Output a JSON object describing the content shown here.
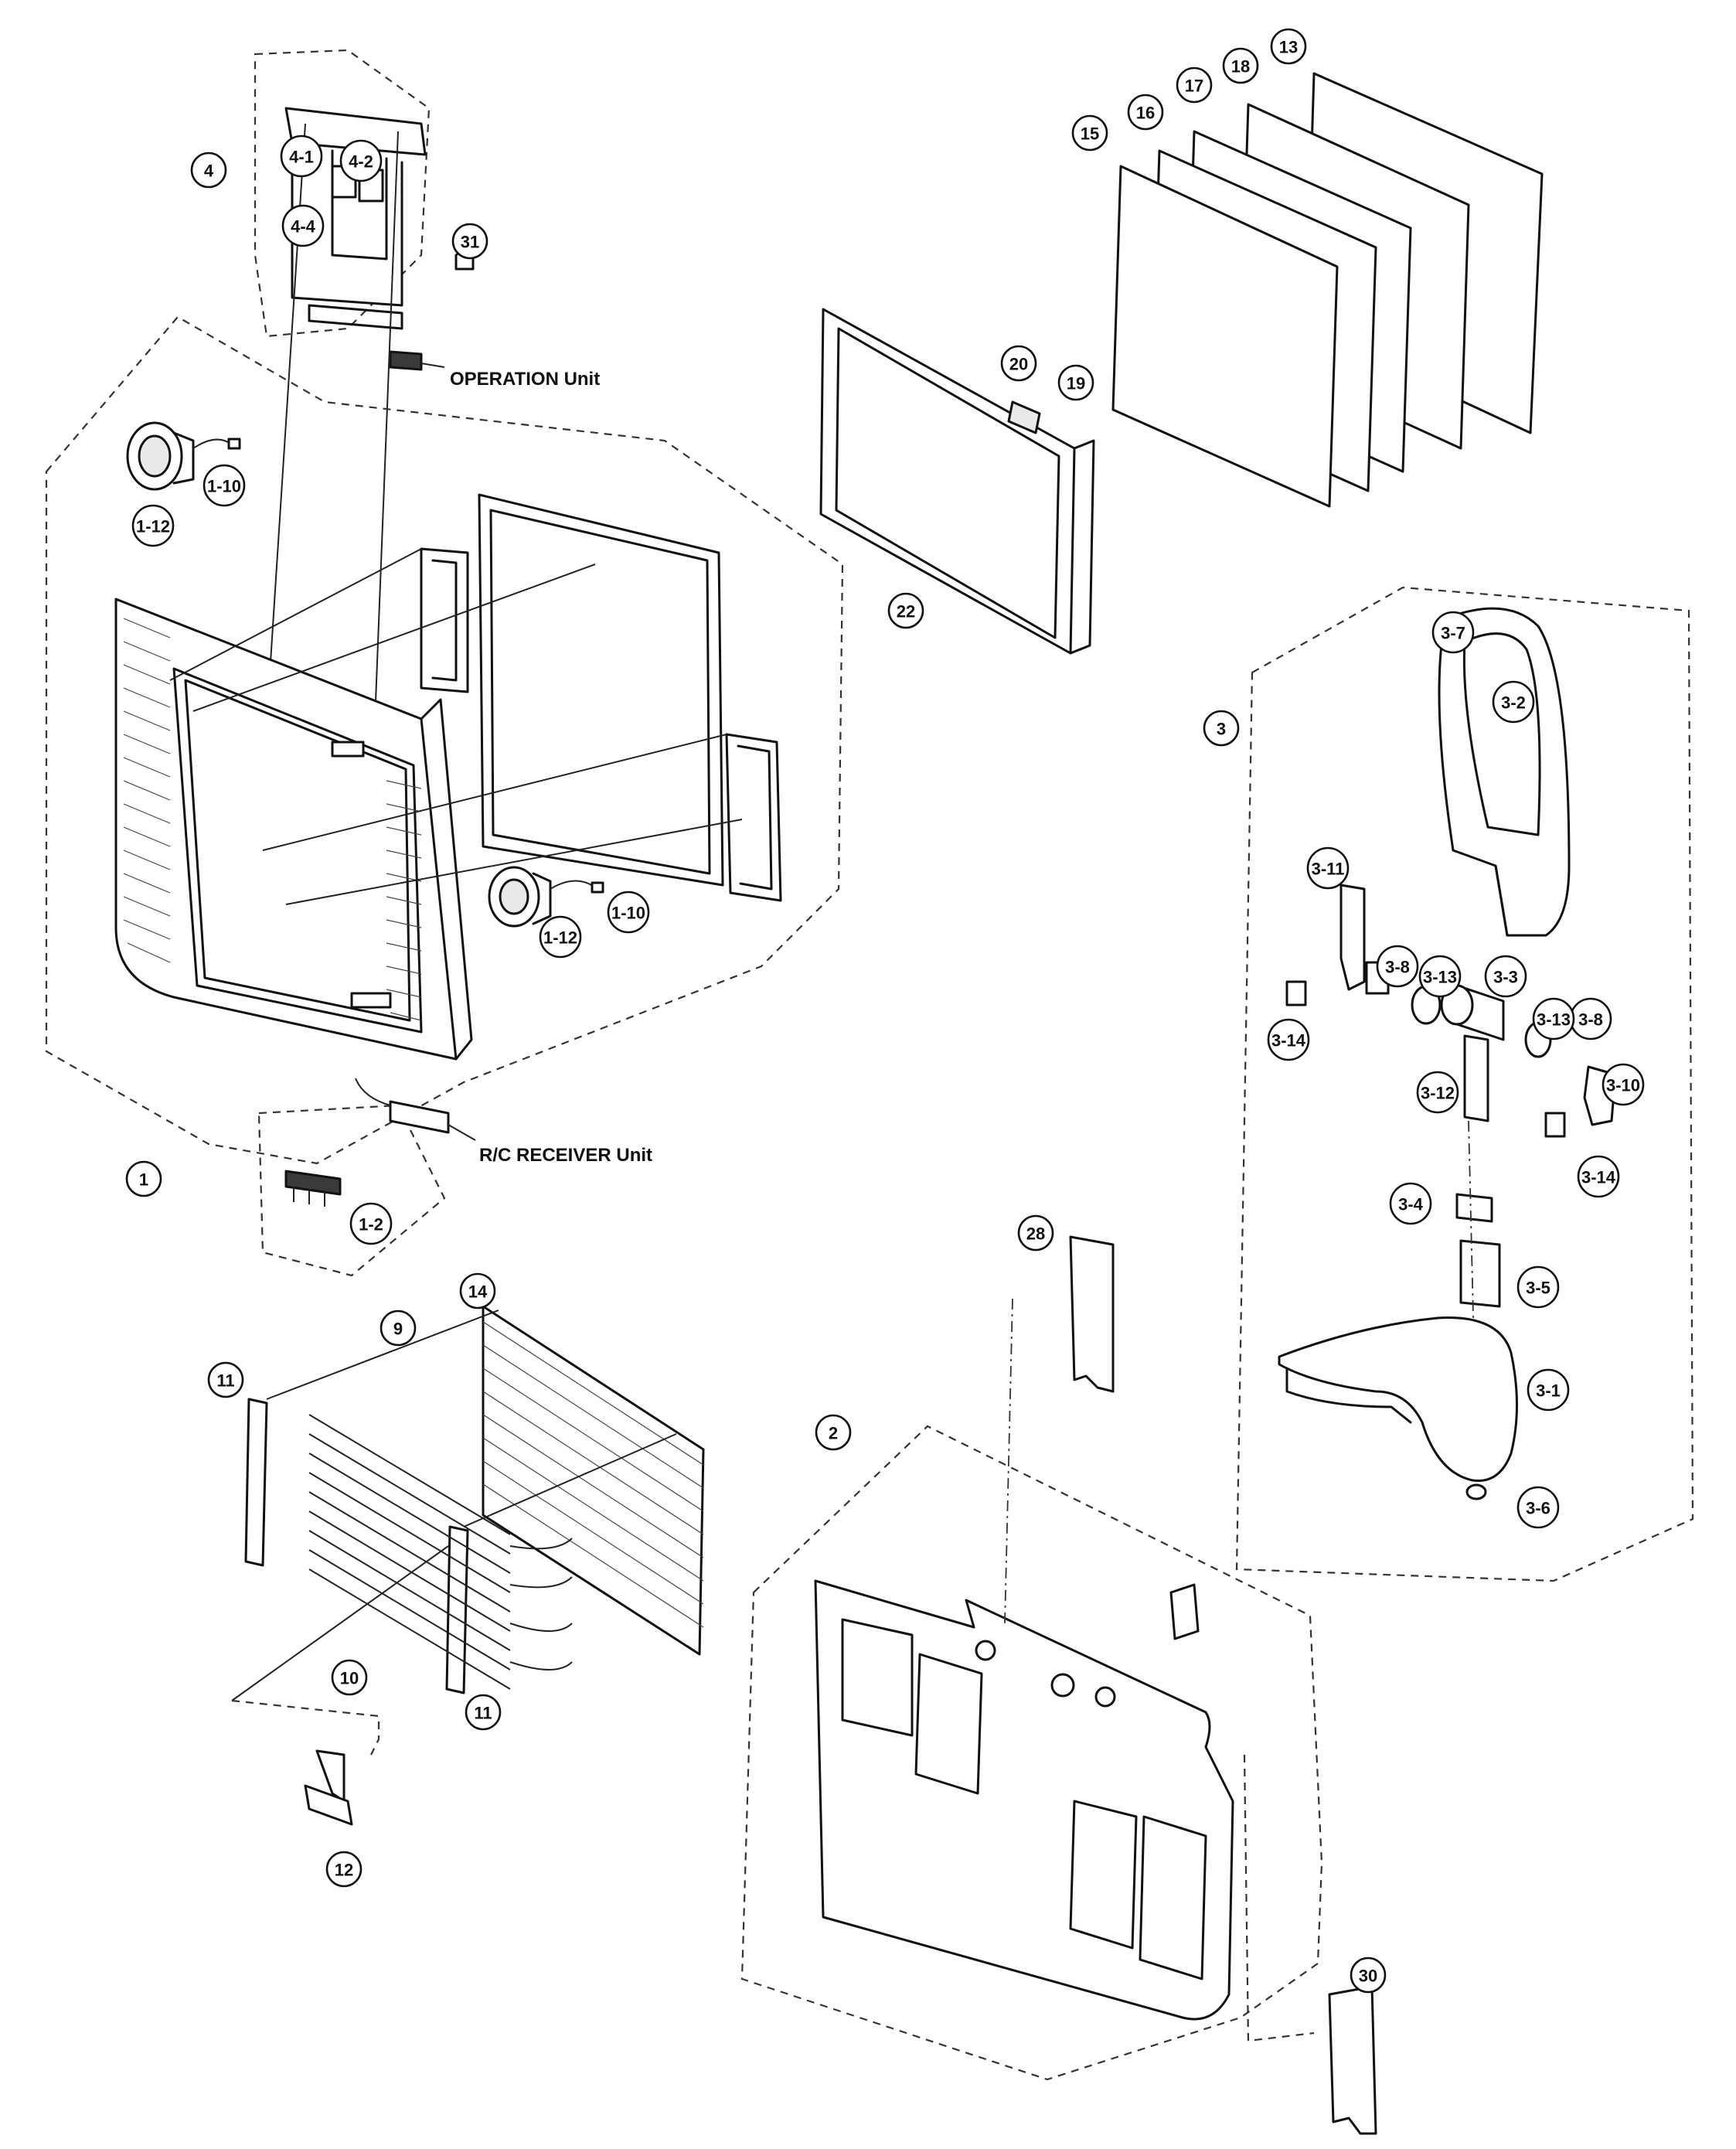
{
  "callouts": [
    {
      "id": "c1",
      "label": "1"
    },
    {
      "id": "c1-2",
      "label": "1-2"
    },
    {
      "id": "c1-10a",
      "label": "1-10"
    },
    {
      "id": "c1-10b",
      "label": "1-10"
    },
    {
      "id": "c1-12a",
      "label": "1-12"
    },
    {
      "id": "c1-12b",
      "label": "1-12"
    },
    {
      "id": "c2",
      "label": "2"
    },
    {
      "id": "c3",
      "label": "3"
    },
    {
      "id": "c3-1",
      "label": "3-1"
    },
    {
      "id": "c3-2",
      "label": "3-2"
    },
    {
      "id": "c3-3",
      "label": "3-3"
    },
    {
      "id": "c3-4",
      "label": "3-4"
    },
    {
      "id": "c3-5",
      "label": "3-5"
    },
    {
      "id": "c3-6",
      "label": "3-6"
    },
    {
      "id": "c3-7",
      "label": "3-7"
    },
    {
      "id": "c3-8a",
      "label": "3-8"
    },
    {
      "id": "c3-8b",
      "label": "3-8"
    },
    {
      "id": "c3-10",
      "label": "3-10"
    },
    {
      "id": "c3-11",
      "label": "3-11"
    },
    {
      "id": "c3-12",
      "label": "3-12"
    },
    {
      "id": "c3-13a",
      "label": "3-13"
    },
    {
      "id": "c3-13b",
      "label": "3-13"
    },
    {
      "id": "c3-14a",
      "label": "3-14"
    },
    {
      "id": "c3-14b",
      "label": "3-14"
    },
    {
      "id": "c4",
      "label": "4"
    },
    {
      "id": "c4-1",
      "label": "4-1"
    },
    {
      "id": "c4-2",
      "label": "4-2"
    },
    {
      "id": "c4-4",
      "label": "4-4"
    },
    {
      "id": "c9",
      "label": "9"
    },
    {
      "id": "c10",
      "label": "10"
    },
    {
      "id": "c11a",
      "label": "11"
    },
    {
      "id": "c11b",
      "label": "11"
    },
    {
      "id": "c12",
      "label": "12"
    },
    {
      "id": "c13",
      "label": "13"
    },
    {
      "id": "c14",
      "label": "14"
    },
    {
      "id": "c15",
      "label": "15"
    },
    {
      "id": "c16",
      "label": "16"
    },
    {
      "id": "c17",
      "label": "17"
    },
    {
      "id": "c18",
      "label": "18"
    },
    {
      "id": "c19",
      "label": "19"
    },
    {
      "id": "c20",
      "label": "20"
    },
    {
      "id": "c22",
      "label": "22"
    },
    {
      "id": "c28",
      "label": "28"
    },
    {
      "id": "c30",
      "label": "30"
    },
    {
      "id": "c31",
      "label": "31"
    }
  ],
  "unit_labels": {
    "operation": "OPERATION Unit",
    "rc_receiver": "R/C RECEIVER Unit"
  },
  "colors": {
    "line": "#111111",
    "background": "#ffffff"
  }
}
